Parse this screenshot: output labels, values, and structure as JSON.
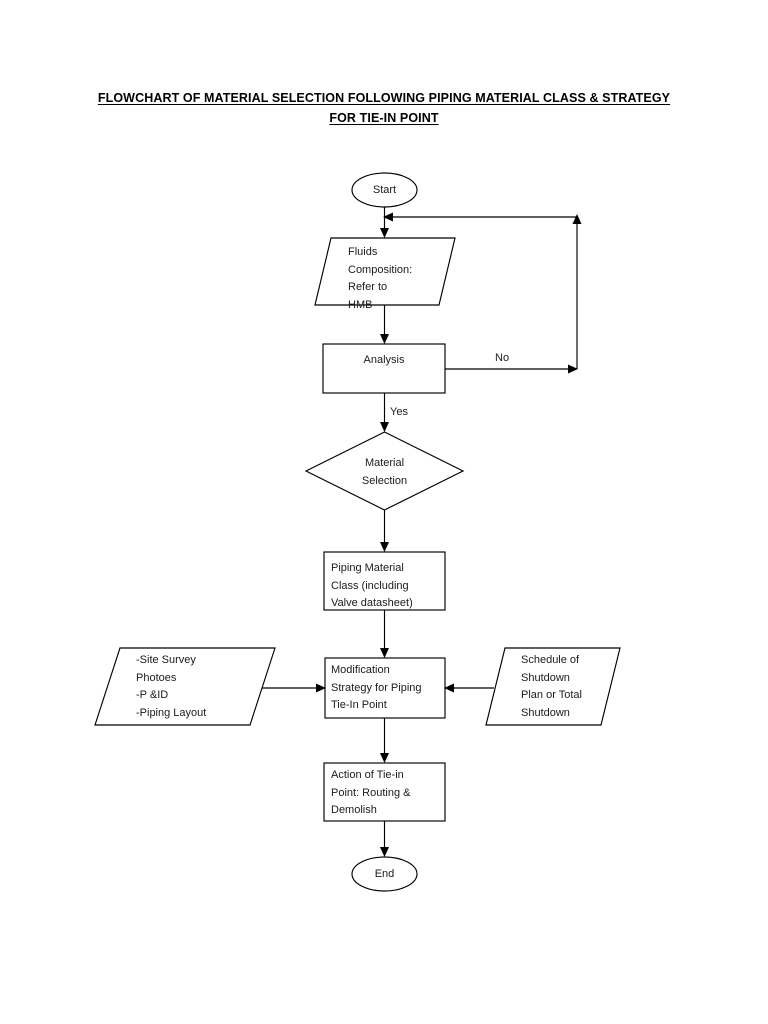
{
  "document": {
    "title_line1": "FLOWCHART OF MATERIAL SELECTION FOLLOWING PIPING MATERIAL CLASS & STRATEGY",
    "title_line2": "FOR TIE-IN POINT"
  },
  "flowchart": {
    "type": "process-flowchart",
    "orientation": "top-to-bottom",
    "nodes": [
      {
        "id": "start",
        "shape": "ellipse",
        "label": "Start"
      },
      {
        "id": "fluids",
        "shape": "parallelogram",
        "label": "Fluids\nComposition:\nRefer to\nHMB"
      },
      {
        "id": "analysis",
        "shape": "rectangle",
        "label": "Analysis"
      },
      {
        "id": "material",
        "shape": "diamond",
        "label": "Material\nSelection"
      },
      {
        "id": "pmc",
        "shape": "rectangle",
        "label": "Piping Material\nClass (including\nValve datasheet)"
      },
      {
        "id": "site",
        "shape": "parallelogram",
        "label": "-Site Survey\nPhotoes\n-P &ID\n-Piping Layout"
      },
      {
        "id": "modify",
        "shape": "rectangle",
        "label": "Modification\nStrategy for Piping\nTie-In Point"
      },
      {
        "id": "schedule",
        "shape": "parallelogram",
        "label": "Schedule of\nShutdown\nPlan or Total\nShutdown"
      },
      {
        "id": "action",
        "shape": "rectangle",
        "label": "Action of Tie-in\nPoint: Routing &\nDemolish"
      },
      {
        "id": "end",
        "shape": "ellipse",
        "label": "End"
      }
    ],
    "edge_labels": {
      "no": "No",
      "yes": "Yes"
    }
  },
  "colors": {
    "page_background": "#ffffff",
    "stroke": "#000000",
    "text": "#1b1b1b"
  }
}
